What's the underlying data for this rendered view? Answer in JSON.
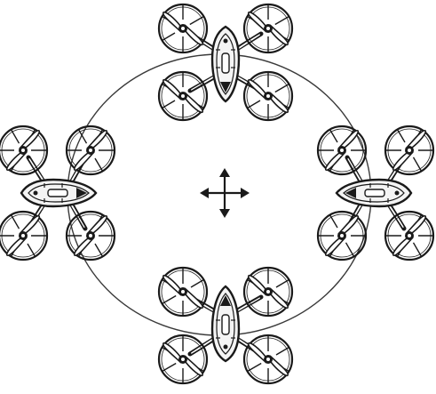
{
  "diagram": {
    "type": "illustration",
    "subject": "quadcopter-drone-circle-flight",
    "drone_count": 4,
    "drone_headings": [
      "down",
      "right",
      "left",
      "up"
    ],
    "center_icon": "move-arrows-icon",
    "colors": {
      "line": "#1a1a1a",
      "path": "#3a3a3a",
      "background": "#ffffff",
      "body_fill": "#f4f4f4"
    }
  }
}
